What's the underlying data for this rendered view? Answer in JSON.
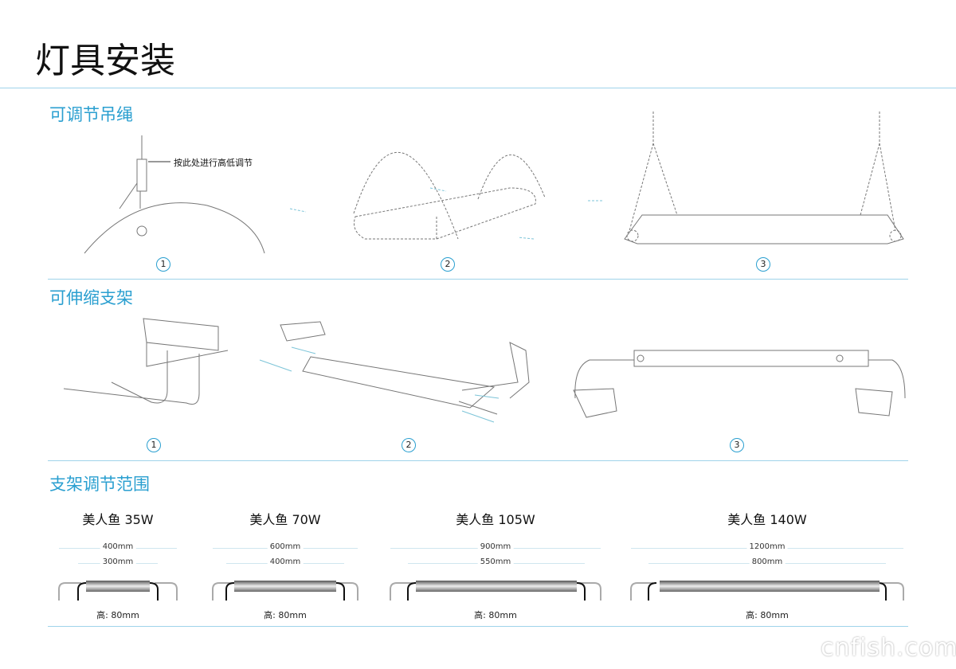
{
  "title": "灯具安装",
  "sections": [
    {
      "heading": "可调节吊绳",
      "steps": [
        "1",
        "2",
        "3"
      ],
      "callout": "按此处进行高低调节"
    },
    {
      "heading": "可伸缩支架",
      "steps": [
        "1",
        "2",
        "3"
      ]
    },
    {
      "heading": "支架调节范围"
    }
  ],
  "products": [
    {
      "name": "美人鱼 35W",
      "max": "400mm",
      "min": "300mm",
      "height": "高: 80mm"
    },
    {
      "name": "美人鱼 70W",
      "max": "600mm",
      "min": "400mm",
      "height": "高: 80mm"
    },
    {
      "name": "美人鱼 105W",
      "max": "900mm",
      "min": "550mm",
      "height": "高: 80mm"
    },
    {
      "name": "美人鱼 140W",
      "max": "1200mm",
      "min": "800mm",
      "height": "高: 80mm"
    }
  ],
  "watermark": "cnfish.com",
  "colors": {
    "accent": "#2a9fd0",
    "rule": "#9fd3ea"
  }
}
